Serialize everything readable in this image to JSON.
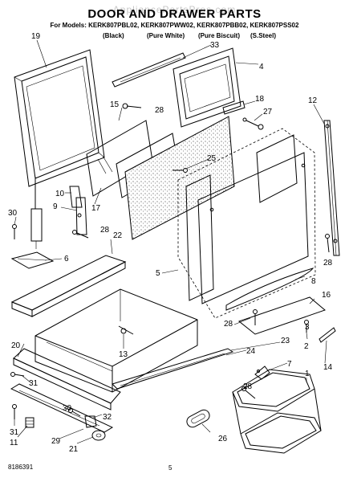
{
  "header": {
    "title": "DOOR AND DRAWER PARTS",
    "watermark": "AppliancePartsPros.com",
    "models_line": "For Models: KERK807PBL02, KERK807PWW02, KERK807PBB02, KERK807PSS02",
    "color_variants": [
      "(Black)",
      "(Pure White)",
      "(Pure Biscuit)",
      "(S.Steel)"
    ]
  },
  "callouts": {
    "c19": "19",
    "c33": "33",
    "c4": "4",
    "c15": "15",
    "c28a": "28",
    "c18": "18",
    "c27": "27",
    "c12": "12",
    "c25": "25",
    "c10": "10",
    "c9": "9",
    "c17": "17",
    "c30": "30",
    "c28b": "28",
    "c22": "22",
    "c6": "6",
    "c5": "5",
    "c28c": "28",
    "c8": "8",
    "c16": "16",
    "c28d": "28",
    "c13": "13",
    "c20": "20",
    "c23": "23",
    "c24": "24",
    "c2": "2",
    "c3": "3",
    "c14": "14",
    "c7": "7",
    "c1": "1",
    "c31a": "31",
    "c28e": "28",
    "c30b": "30",
    "c32": "32",
    "c31b": "31",
    "c11": "11",
    "c29": "29",
    "c21": "21",
    "c26": "26"
  },
  "footer": {
    "doc_number": "8186391",
    "page_number": "5"
  }
}
